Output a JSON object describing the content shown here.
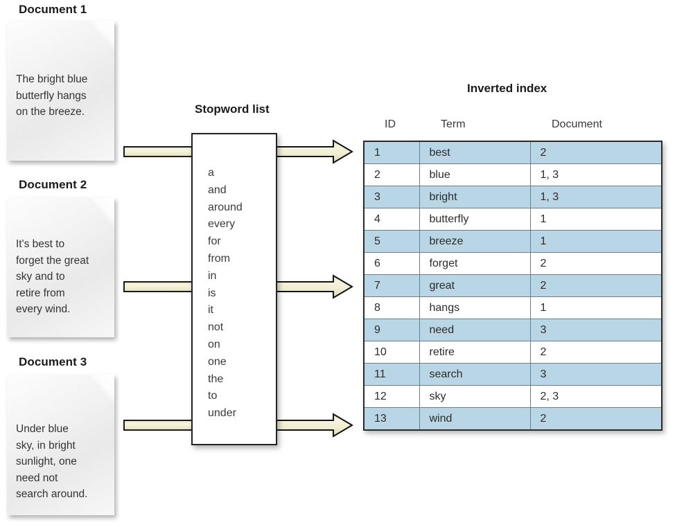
{
  "documents": [
    {
      "title": "Document 1",
      "text": "The bright blue\nbutterfly hangs\non the breeze."
    },
    {
      "title": "Document 2",
      "text": "It's best to\nforget the great\nsky and to\nretire from\nevery wind."
    },
    {
      "title": "Document 3",
      "text": "Under blue\nsky, in bright\nsunlight, one\nneed not\nsearch around."
    }
  ],
  "stopword_list": {
    "title": "Stopword list",
    "words": [
      "a",
      "and",
      "around",
      "every",
      "for",
      "from",
      "in",
      "is",
      "it",
      "not",
      "on",
      "one",
      "the",
      "to",
      "under"
    ]
  },
  "inverted_index": {
    "title": "Inverted index",
    "columns": [
      "ID",
      "Term",
      "Document"
    ],
    "rows": [
      {
        "id": "1",
        "term": "best",
        "document": "2"
      },
      {
        "id": "2",
        "term": "blue",
        "document": "1, 3"
      },
      {
        "id": "3",
        "term": "bright",
        "document": "1, 3"
      },
      {
        "id": "4",
        "term": "butterfly",
        "document": "1"
      },
      {
        "id": "5",
        "term": "breeze",
        "document": "1"
      },
      {
        "id": "6",
        "term": "forget",
        "document": "2"
      },
      {
        "id": "7",
        "term": "great",
        "document": "2"
      },
      {
        "id": "8",
        "term": "hangs",
        "document": "1"
      },
      {
        "id": "9",
        "term": "need",
        "document": "3"
      },
      {
        "id": "10",
        "term": "retire",
        "document": "2"
      },
      {
        "id": "11",
        "term": "search",
        "document": "3"
      },
      {
        "id": "12",
        "term": "sky",
        "document": "2, 3"
      },
      {
        "id": "13",
        "term": "wind",
        "document": "2"
      }
    ]
  },
  "arrows": {
    "input_label": "document-to-stopword-arrow",
    "output_label": "stopword-to-index-arrow",
    "fill_color": "#f2f0d4",
    "stroke_color": "#1a1a1a"
  },
  "colors": {
    "background": "#ffffff",
    "row_highlight": "#b9d6e6",
    "row_plain": "#ffffff",
    "table_border": "#2a2a2a",
    "text": "#2b2b2b"
  }
}
